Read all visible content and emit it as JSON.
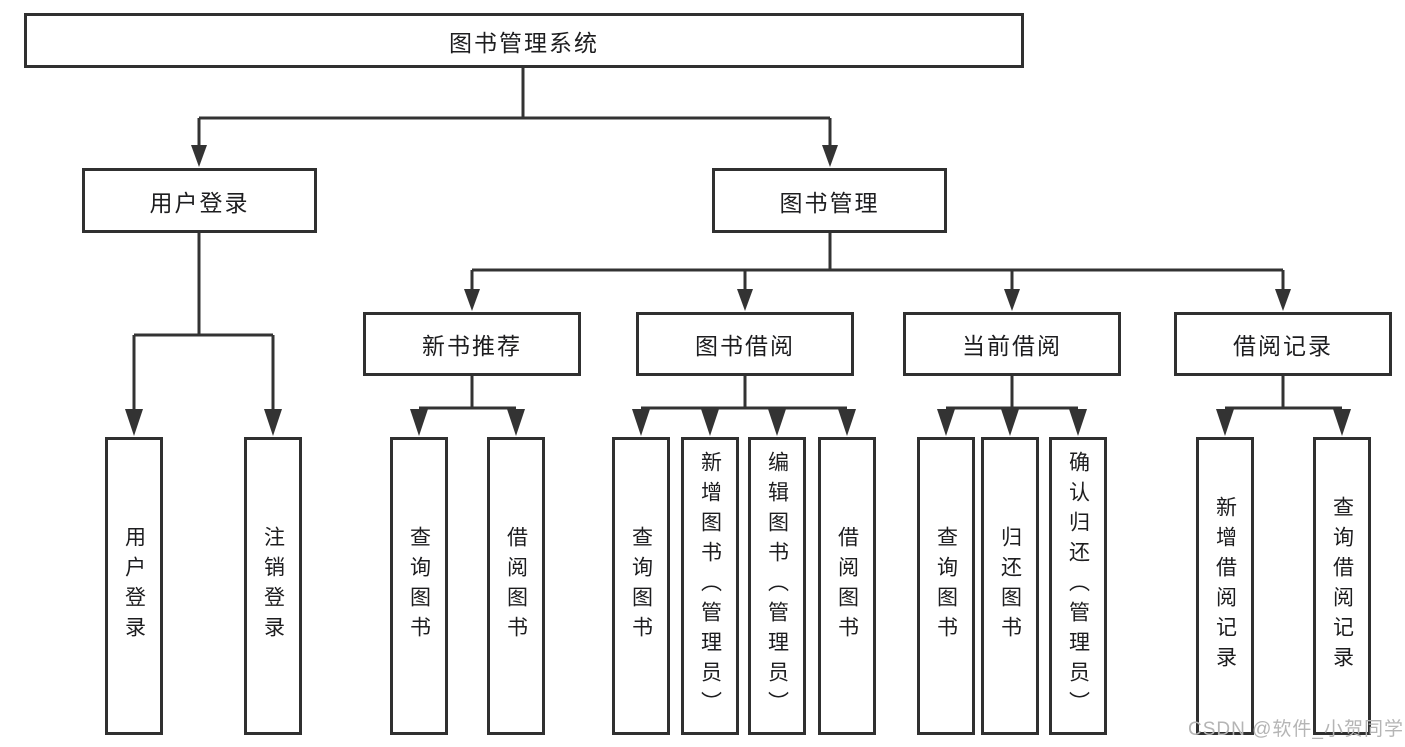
{
  "diagram": {
    "root": {
      "label": "图书管理系统"
    },
    "level2": {
      "user_login": {
        "label": "用户登录"
      },
      "book_mgmt": {
        "label": "图书管理"
      }
    },
    "level3": {
      "new_book_recommend": {
        "label": "新书推荐"
      },
      "book_borrow": {
        "label": "图书借阅"
      },
      "current_borrow": {
        "label": "当前借阅"
      },
      "borrow_records": {
        "label": "借阅记录"
      }
    },
    "leaves": {
      "user_login": {
        "label": "用户登录"
      },
      "logout": {
        "label": "注销登录"
      },
      "query_books_recommend": {
        "label": "查询图书"
      },
      "borrow_books_recommend": {
        "label": "借阅图书"
      },
      "query_books_borrow": {
        "label": "查询图书"
      },
      "add_book_admin": {
        "label": "新增图书（管理员）"
      },
      "edit_book_admin": {
        "label": "编辑图书（管理员）"
      },
      "borrow_books_borrow": {
        "label": "借阅图书"
      },
      "query_books_current": {
        "label": "查询图书"
      },
      "return_book": {
        "label": "归还图书"
      },
      "confirm_return_admin": {
        "label": "确认归还（管理员）"
      },
      "add_borrow_record": {
        "label": "新增借阅记录"
      },
      "query_borrow_record": {
        "label": "查询借阅记录"
      }
    },
    "watermark": "CSDN @软件_小贺同学",
    "colors": {
      "line": "#333333",
      "border": "#303030",
      "box_fill": "#ffffff",
      "text": "#1d1d1f",
      "watermark_text": "#b5b5b5"
    }
  }
}
